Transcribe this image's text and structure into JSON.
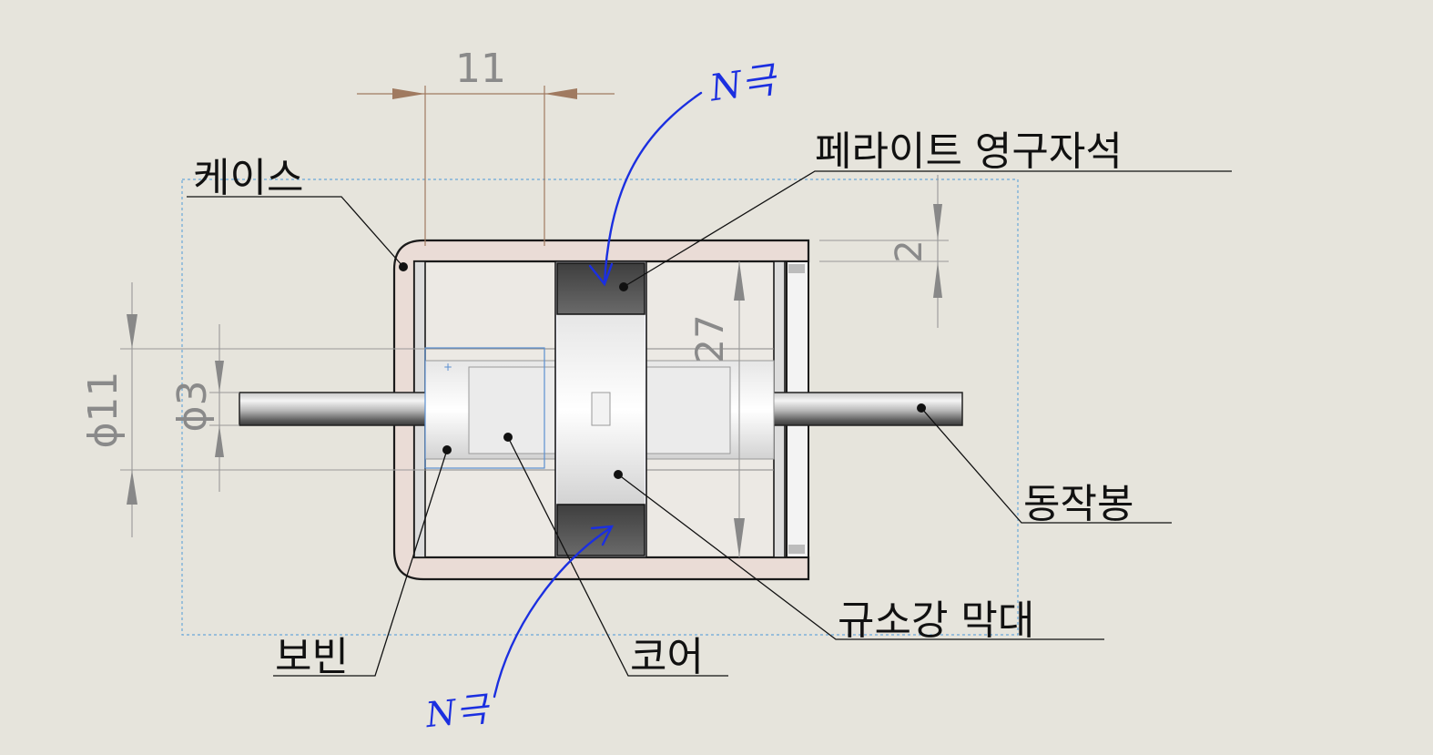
{
  "labels": {
    "case": "케이스",
    "ferrite_magnet": "페라이트 영구자석",
    "actuator_rod": "동작봉",
    "silicon_steel_rod": "규소강 막대",
    "core": "코어",
    "bobbin": "보빈"
  },
  "dimensions": {
    "width_11": "11",
    "thickness_2": "2",
    "height_27": "27",
    "dia_11": "ϕ11",
    "dia_3": "ϕ3"
  },
  "handwritten": {
    "pole_top": "N극",
    "pole_bottom": "N극"
  },
  "colors": {
    "case_fill": "#eadcd6",
    "magnet_dark": "#5a5a5a",
    "dimension_line": "#a07a60",
    "selection_box": "#6aa8d8",
    "annotation_pen": "#1b2fe0"
  }
}
